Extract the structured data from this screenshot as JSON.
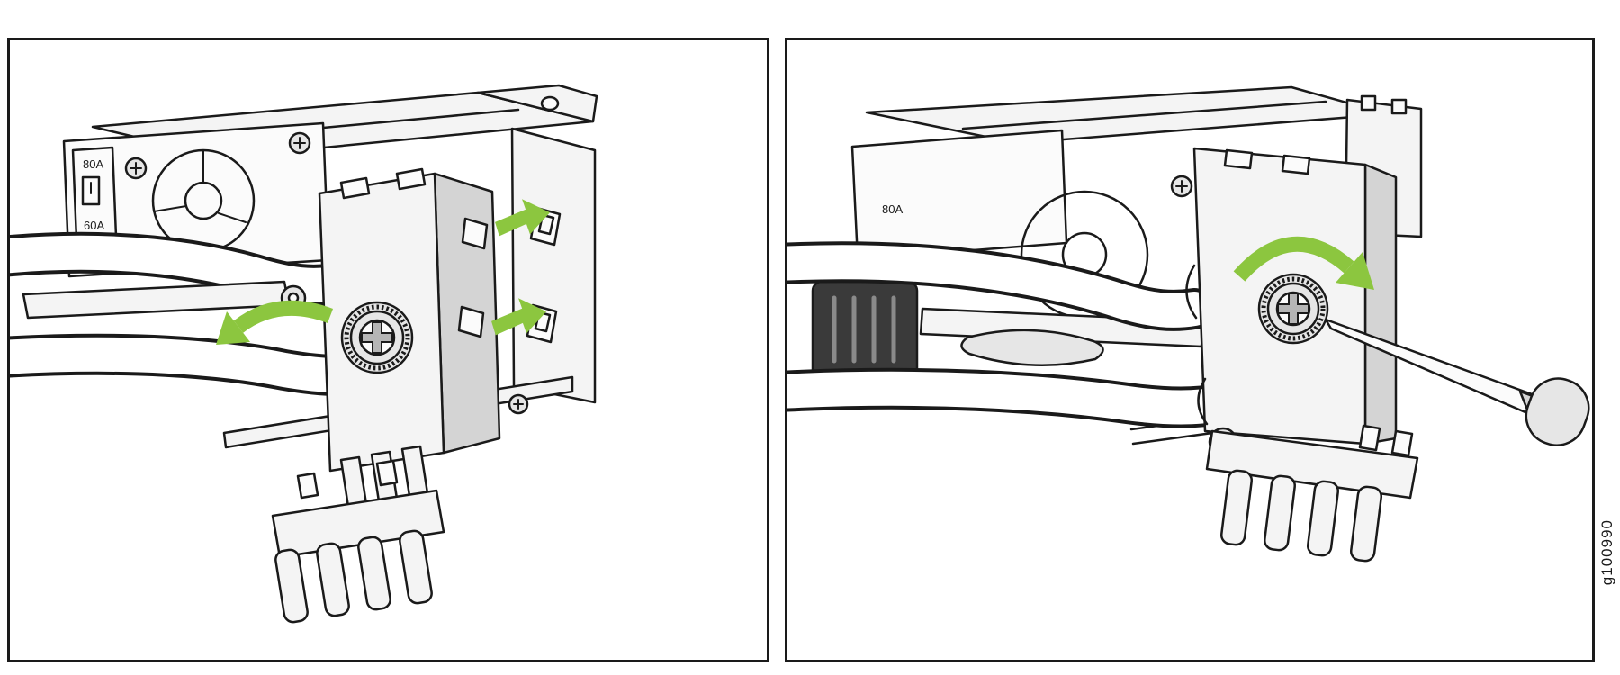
{
  "figure": {
    "id_label": "g100990",
    "accent_green": "#8CC63F",
    "line_color": "#1A1A1A",
    "background": "#FFFFFF",
    "panel_count": 2
  },
  "left_panel": {
    "name": "attach-cable-retainer-view",
    "psu_rating_top": "80A",
    "psu_rating_bottom": "60A",
    "icons": {
      "rotate_arrow": "counterclockwise-rotation-arrow",
      "clip_arrow_upper": "insert-direction-arrow",
      "clip_arrow_lower": "insert-direction-arrow"
    }
  },
  "right_panel": {
    "name": "tighten-thumbscrew-view",
    "psu_rating": "80A",
    "icons": {
      "rotate_arrow": "clockwise-rotation-arrow",
      "tool": "phillips-screwdriver"
    }
  }
}
